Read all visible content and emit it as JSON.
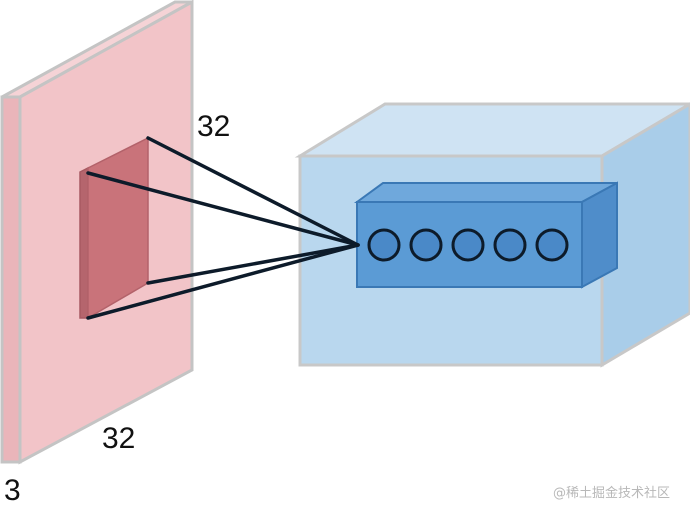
{
  "labels": {
    "height_label": "32",
    "width_label": "32",
    "depth_label": "3"
  },
  "watermark": "@稀土掘金技术社区",
  "neuron_count": 5,
  "colors": {
    "input_volume": "#f2c4c8",
    "input_edge": "#bdbdbd",
    "receptive_field": "#c9737a",
    "output_volume": "#b9d7ee",
    "output_edge": "#c8c8c8",
    "depth_column": "#5b9bd5",
    "depth_column_edge": "#3a78b5",
    "neuron_fill": "#4a89c8",
    "connection_line": "#0d1b2a"
  }
}
